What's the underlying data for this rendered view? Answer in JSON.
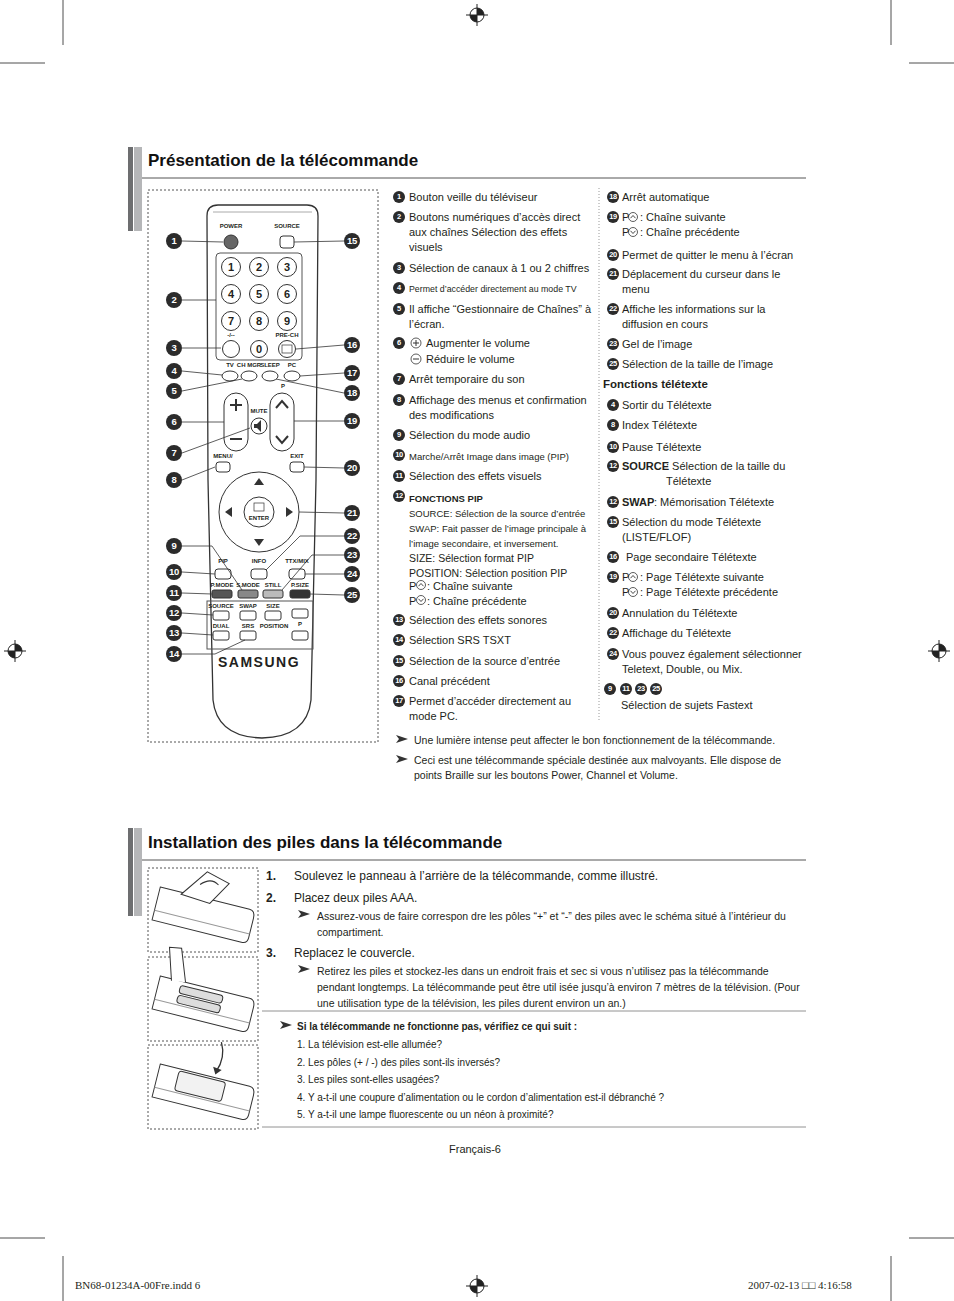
{
  "diagram": {
    "nodes": [
      {
        "text": [
          "Présentation de la télécommande"
        ]
      },
      {
        "text": [
          "Installation des piles dans la télécommande"
        ]
      }
    ],
    "labels": [
      "POWER",
      "SOURCE",
      "1",
      "2",
      "3",
      "4",
      "5",
      "6",
      "7",
      "8",
      "9",
      "-/--",
      "0",
      "PRE-CH",
      "TV",
      "CH MGR",
      "SLEEP",
      "PC",
      "MUTE",
      "P",
      "MENU/",
      "EXIT",
      "ENTER",
      "PIP",
      "INFO",
      "TTX/MIX",
      "P.MODE",
      "S.MODE",
      "STILL",
      "P.SIZE",
      "SOURCE",
      "SWAP",
      "SIZE",
      "DUAL",
      "SRS",
      "POSITION",
      "P",
      "SAMSUNG",
      "1",
      "2",
      "3",
      "4",
      "5",
      "6",
      "7",
      "8",
      "9",
      "10",
      "11",
      "12",
      "13",
      "14",
      "15",
      "16",
      "17",
      "18",
      "19",
      "20",
      "21",
      "22",
      "23",
      "24",
      "25",
      "1",
      "Bouton veille du téléviseur",
      "2",
      "Boutons numériques d’accès direct aux chaînes Sélection des effets visuels",
      "3",
      "Sélection de canaux à 1 ou 2 chiffres",
      "4",
      "Permet d’accéder directement au mode TV",
      "5",
      "Il affiche “Gestionnaire de Chaînes” à l’écran.",
      "6",
      "Augmenter le volume",
      "Réduire le volume",
      "7",
      "Arrêt temporaire du son",
      "8",
      "Affichage des menus et confirmation des modifications",
      "9",
      "Sélection du mode audio",
      "10",
      "Marche/Arrêt Image dans image (PIP)",
      "11",
      "Sélection des effets visuels",
      "12",
      "FONCTIONS PIP",
      "SOURCE: Sélection de la source d’entrée",
      "SWAP: Fait passer de l’image principale à l’image secondaire, et inversement.",
      "SIZE: Sélection format PIP",
      "POSITION: Sélection position PIP",
      "P",
      ": Chaîne suivante",
      "P",
      ": Chaîne précédente",
      "13",
      "Sélection des effets sonores",
      "14",
      "Sélection SRS TSXT",
      "15",
      "Sélection de la source d’entrée",
      "16",
      "Canal précédent",
      "17",
      "Permet d’accéder directement au mode PC.",
      "18",
      "Arrêt automatique",
      "19",
      "P",
      ": Chaîne suivante",
      "P",
      ": Chaîne précédente",
      "20",
      "Permet de quitter le menu à l’écran",
      "21",
      "Déplacement du curseur dans le menu",
      "22",
      "Affiche les informations sur la diffusion en cours",
      "23",
      "Gel de l’image",
      "25",
      "Sélection de la taille de l’image",
      "Fonctions télétexte",
      "4",
      "Sortir du Télétexte",
      "8",
      "Index Télétexte",
      "10",
      "Pause Télétexte",
      "12",
      "SOURCE",
      ": Sélection de la taille du Télétexte",
      "12",
      "SWAP",
      ": Mémorisation Télétexte",
      "15",
      "Sélection du mode Télétexte (LISTE/FLOF)",
      "16",
      "Page secondaire Télétexte",
      "19",
      "P",
      ": Page Télétexte suivante",
      "P",
      ": Page Télétexte précédente",
      "20",
      "Annulation du Télétexte",
      "22",
      "Affichage du Télétexte",
      "24",
      "Vous pouvez également sélectionner Teletext, Double, ou Mix.",
      "9",
      "11",
      "23",
      "25",
      "Sélection de sujets Fastext",
      "Une lumière intense peut affecter le bon fonctionnement de la télécommande.",
      "Ceci est une télécommande spéciale destinée aux malvoyants. Elle dispose de points Braille sur les boutons Power, Channel et Volume.",
      "1.",
      "Soulevez le panneau à l’arrière de la télécommande, comme illustré.",
      "2.",
      "Placez deux piles AAA.",
      "Assurez-vous de faire correspon dre les pôles “+” et “-” des piles avec le schéma situé à l’intérieur du compartiment.",
      "3.",
      "Replacez le couvercle.",
      "Retirez les piles et stockez-les dans un endroit frais et sec si vous n’utilisez pas la télécommande pendant longtemps. La télécommande peut être util isée jusqu’à environ 7 mètres de la télévision. (Pour une utilisation type de la télévision, les piles durent environ un an.)",
      "Si la télécommande ne fonctionne pas, vérifiez ce qui suit :",
      "1. La télévision est-elle allumée?",
      "2. Les pôles (+ / -) des piles sont-ils inversés?",
      "3. Les piles sont-elles usagées?",
      "4. Y a-t-il une coupure d’alimentation ou le cordon d’alimentation est-il débranché ?",
      "5. Y a-t-il une lampe fluorescente ou un néon à proximité?",
      "Français-6",
      "BN68-01234A-00Fre.indd   6",
      "2007-02-13   □□ 4:16:58"
    ]
  }
}
